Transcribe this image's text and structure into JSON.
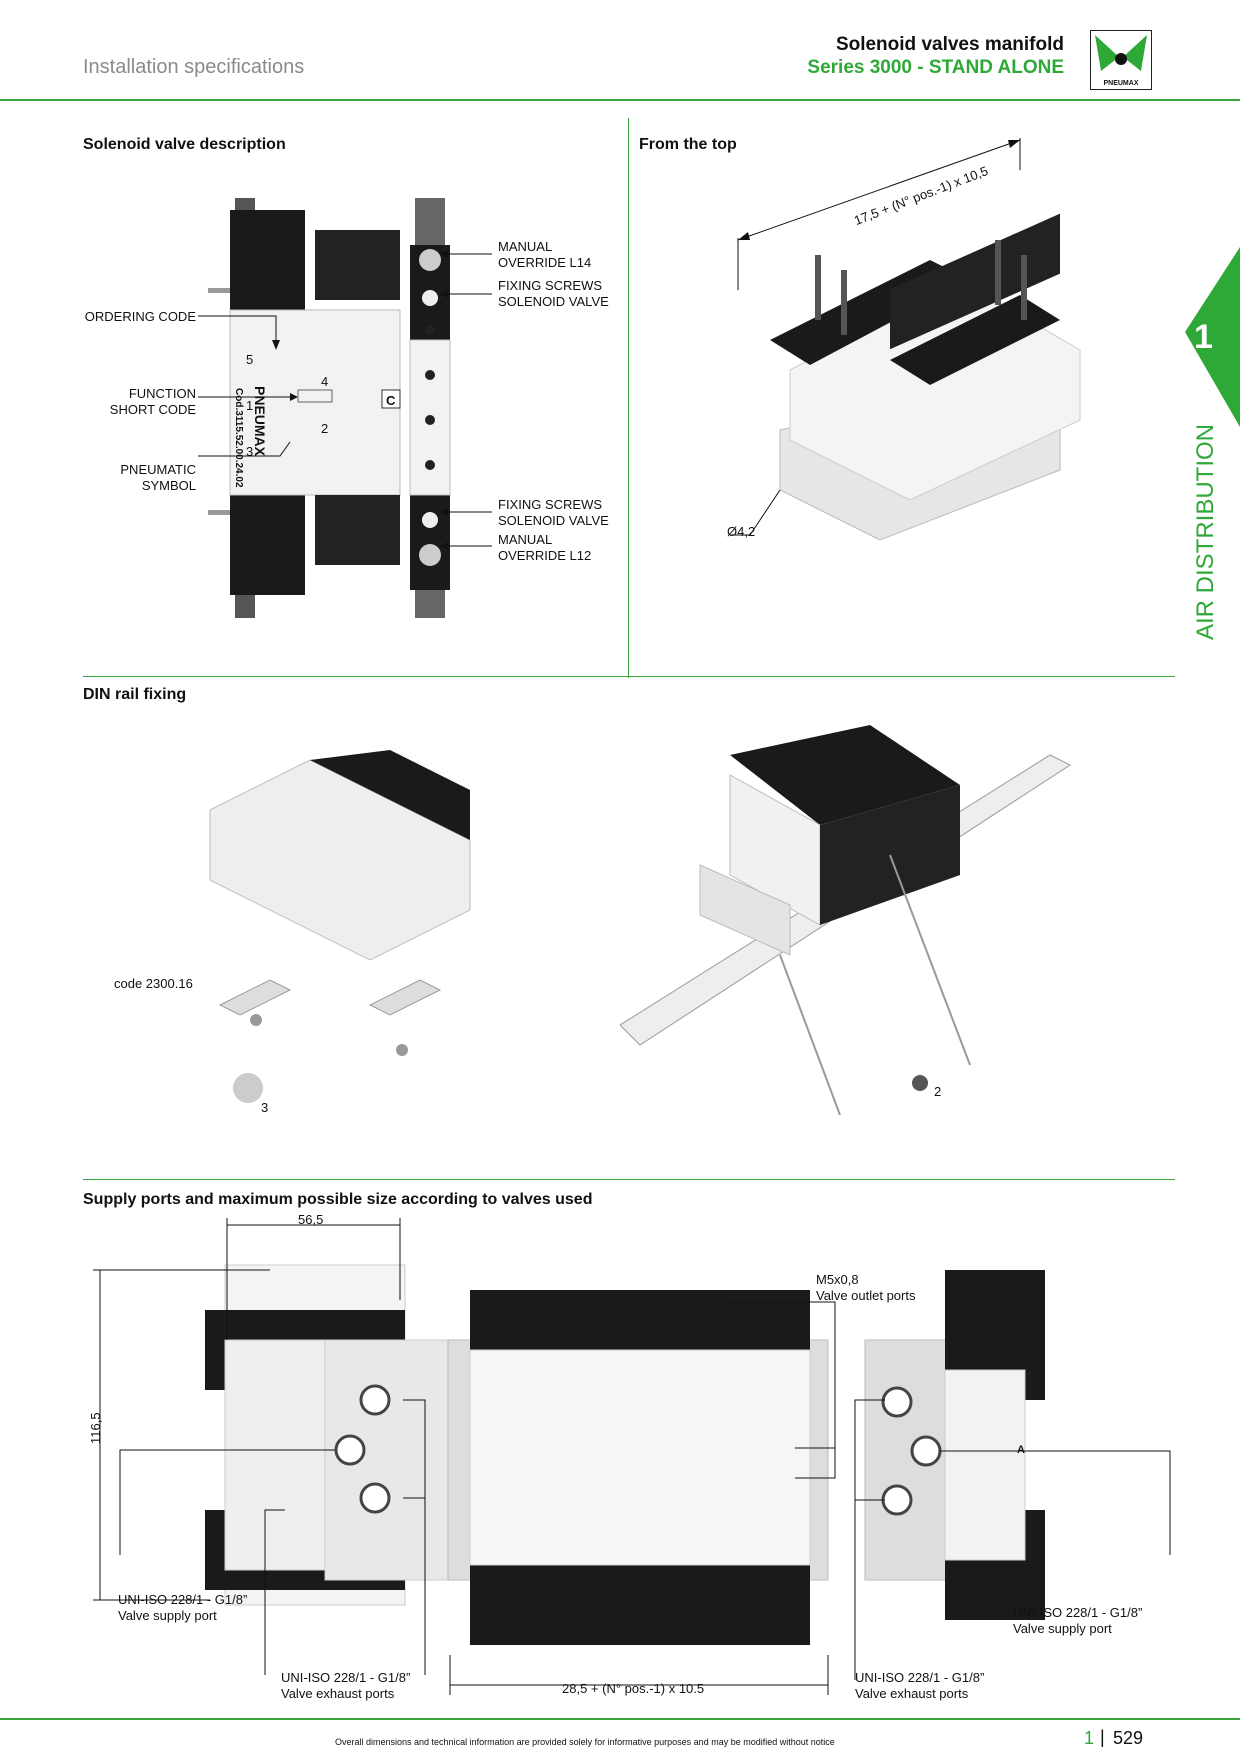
{
  "header": {
    "section": "Installation specifications",
    "title": "Solenoid valves manifold",
    "subtitle": "Series 3000 - STAND ALONE",
    "logo_text": "PNEUMAX"
  },
  "side_tab": {
    "chapter": "1",
    "label": "AIR DISTRIBUTION",
    "color": "#2ea836"
  },
  "sections": {
    "desc": {
      "title": "Solenoid valve description",
      "ordering_code": "ORDERING CODE",
      "function_code": "FUNCTION\nSHORT CODE",
      "pneumatic_symbol": "PNEUMATIC\nSYMBOL",
      "manual_l14": "MANUAL\nOVERRIDE L14",
      "fixing_top": "FIXING SCREWS\nSOLENOID VALVE",
      "fixing_bottom": "FIXING SCREWS\nSOLENOID VALVE",
      "manual_l12": "MANUAL\nOVERRIDE L12",
      "valve_code": "Cod.3115.52.00.24.02",
      "valve_brand": "PNEUMAX",
      "port_4": "4",
      "port_2": "2",
      "port_5": "5",
      "port_1": "1",
      "port_3": "3",
      "function_letter": "C"
    },
    "top": {
      "title": "From the top",
      "dimension": "17,5 + (N° pos.-1) x 10,5",
      "hole": "Ø4,2"
    },
    "din": {
      "title": "DIN rail fixing",
      "code": "code 2300.16",
      "key_left": "3",
      "key_right": "2"
    },
    "supply": {
      "title": "Supply ports and maximum possible size according to valves used",
      "width": "56,5",
      "height": "116,5",
      "outlet_port": "M5x0,8",
      "outlet_label": "Valve outlet ports",
      "supply_left_a": "UNI-ISO 228/1 - G1/8”",
      "supply_left_b": "Valve supply port",
      "exhaust_left_a": "UNI-ISO 228/1 - G1/8”",
      "exhaust_left_b": "Valve exhaust ports",
      "length": "28,5 + (N° pos.-1) x 10.5",
      "exhaust_right_a": "UNI-ISO 228/1 - G1/8”",
      "exhaust_right_b": "Valve exhaust ports",
      "supply_right_a": "UNI-ISO 228/1 - G1/8”",
      "supply_right_b": "Valve supply port",
      "right_letter": "A"
    }
  },
  "footer": {
    "note": "Overall dimensions and technical information are provided solely for informative purposes and may be modified without notice",
    "chapter": "1",
    "separator": "|",
    "page": "529"
  }
}
